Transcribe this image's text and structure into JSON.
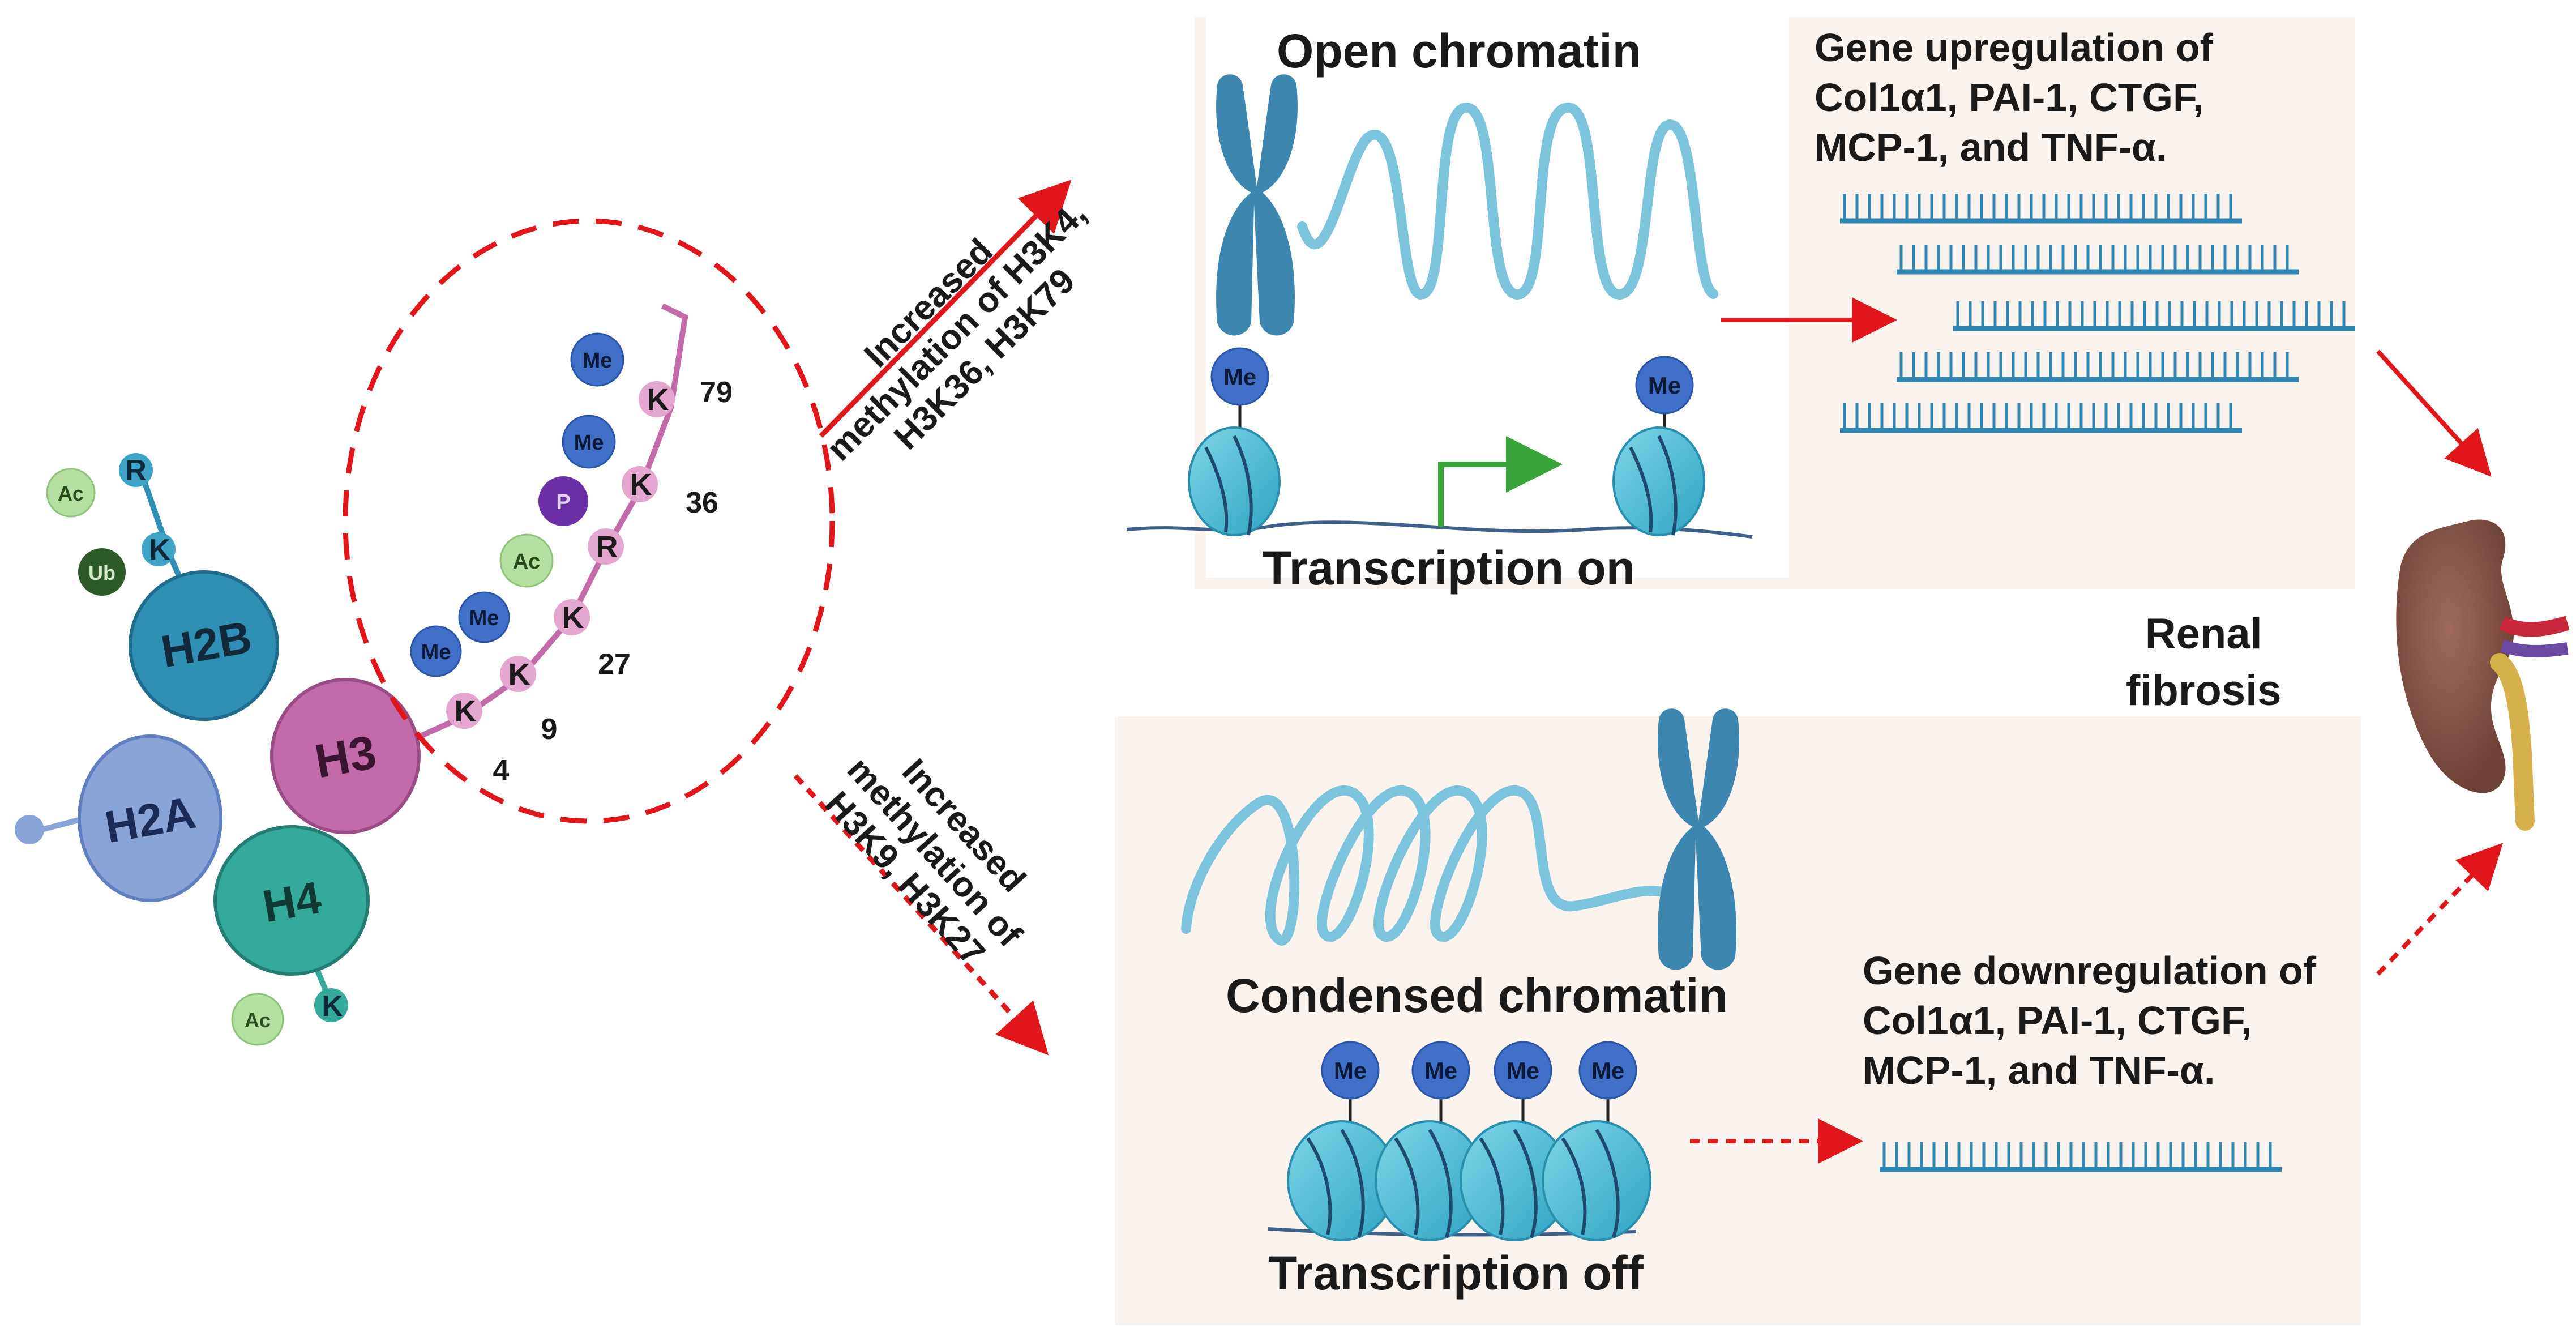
{
  "histones": {
    "h2b": "H2B",
    "h2a": "H2A",
    "h3": "H3",
    "h4": "H4"
  },
  "tail_residues": {
    "h2b_r": "R",
    "h2b_k": "K",
    "h4_k": "K",
    "h3_k4": "K",
    "h3_k9": "K",
    "h3_k27": "K",
    "h3_r": "R",
    "h3_k36": "K",
    "h3_k79": "K"
  },
  "position_numbers": {
    "n4": "4",
    "n9": "9",
    "n27": "27",
    "n36": "36",
    "n79": "79"
  },
  "mark_labels": {
    "ac": "Ac",
    "ub": "Ub",
    "me": "Me",
    "p": "P"
  },
  "top_pathway": {
    "arrow_label_lines": [
      "Increased",
      "methylation of H3K4,",
      "H3K36, H3K79"
    ],
    "chromatin_title": "Open chromatin",
    "transcription": "Transcription on",
    "gene_lines": [
      "Gene upregulation of",
      "Col1α1, PAI-1, CTGF,",
      "MCP-1, and TNF-α."
    ]
  },
  "bottom_pathway": {
    "arrow_label_lines": [
      "Increased",
      "methylation of",
      "H3K9, H3K27"
    ],
    "chromatin_title": "Condensed chromatin",
    "transcription": "Transcription off",
    "gene_lines": [
      "Gene downregulation of",
      "Col1α1, PAI-1, CTGF,",
      "MCP-1, and TNF-α."
    ]
  },
  "outcome": {
    "lines": [
      "Renal",
      "fibrosis"
    ]
  },
  "colors": {
    "h2b": "#2f8fb5",
    "h2a": "#8aa4d9",
    "h3": "#c36aa8",
    "h4": "#35a99a",
    "me": "#3f6fc7",
    "p": "#6b2fa6",
    "ac": "#b6e0a2",
    "ub": "#2e5a2a",
    "arrow": "#e0161b",
    "promoter": "#3aa33a",
    "chromosome": "#3d86b0",
    "nucleosome": "#45c0d8",
    "dna": "#3e5f8a"
  }
}
